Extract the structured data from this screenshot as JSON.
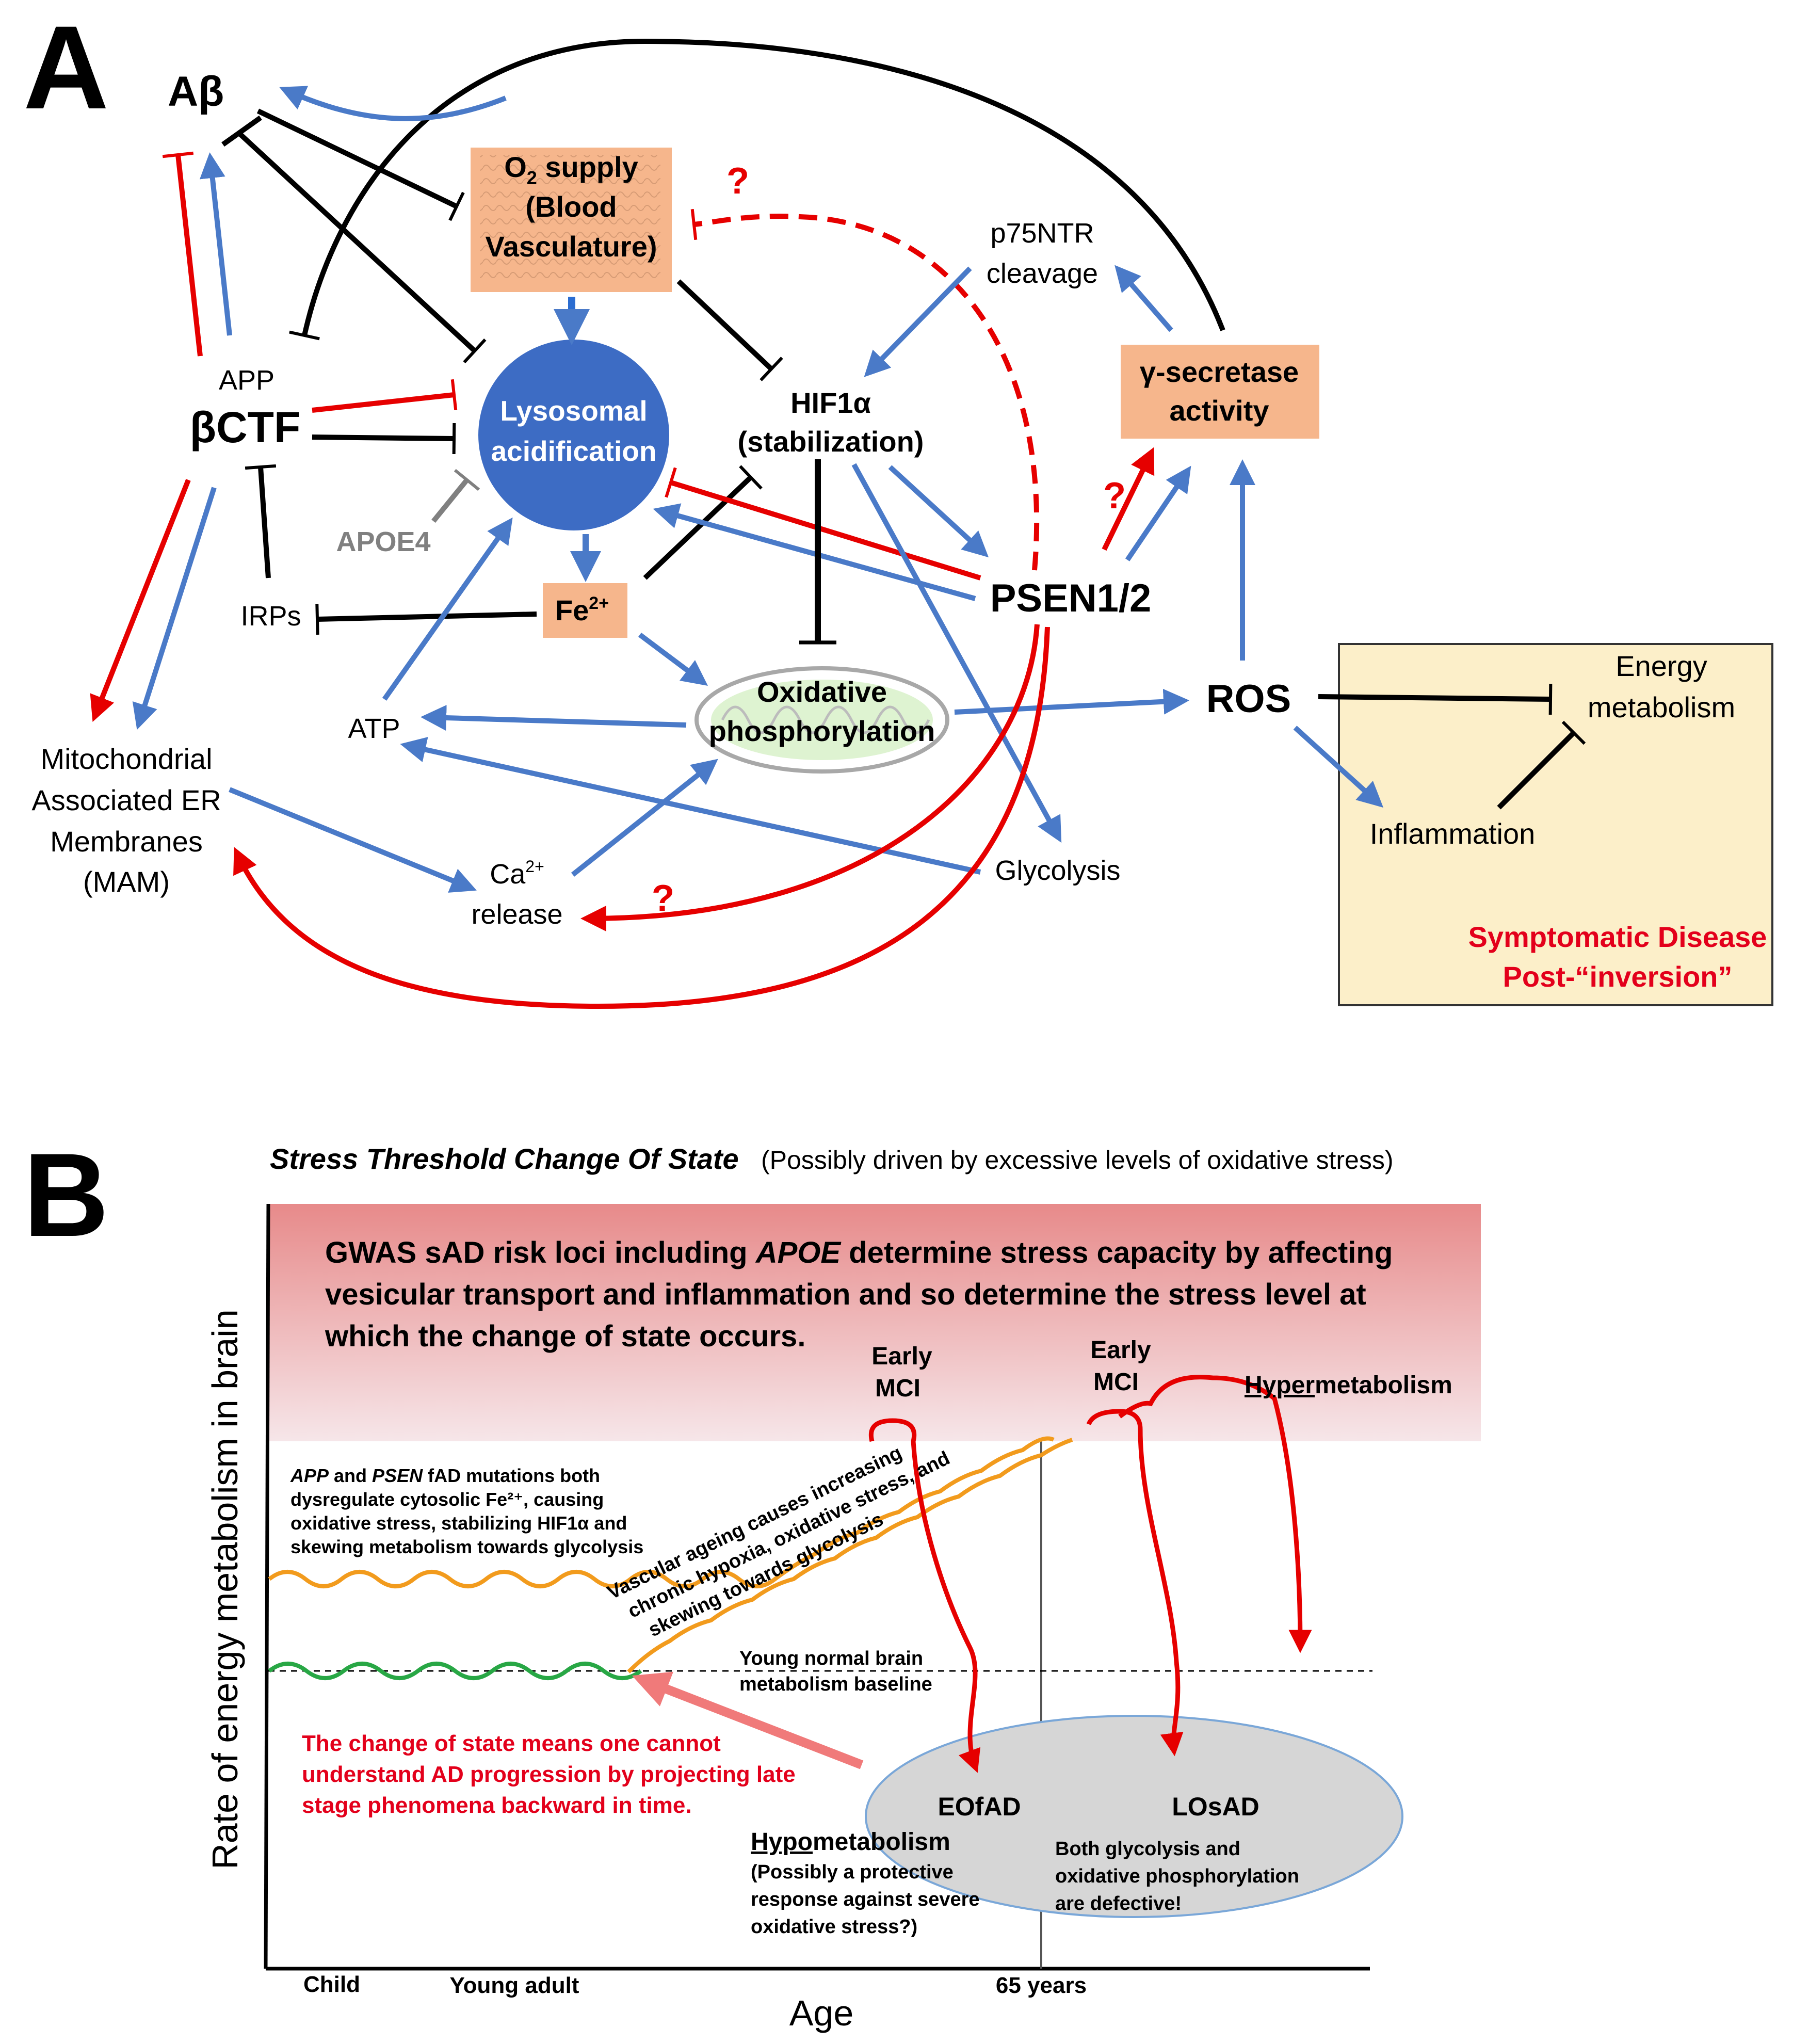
{
  "colors": {
    "blue": "#4a7ac8",
    "red": "#e60000",
    "black": "#000000",
    "orange_box": "#f6b68c",
    "lyso": "#3d6cc4",
    "panel_box": "#fcefc9",
    "wave_orange": "#f29b1d",
    "wave_green": "#28a745",
    "label_red": "#e3001b",
    "pink_arrow": "#f07a7a"
  },
  "panel_a": {
    "letter": "A",
    "abeta": "Aβ",
    "o2_line1": "O",
    "o2_sub": "2",
    "o2_line1b": " supply",
    "o2_line2": "(Blood",
    "o2_line3": "Vasculature)",
    "lyso_line1": "Lysosomal",
    "lyso_line2": "acidification",
    "hif_line1": "HIF1α",
    "hif_line2": "(stabilization)",
    "p75_line1": "p75NTR",
    "p75_line2": "cleavage",
    "gamma_line1": "γ-secretase",
    "gamma_line2": "activity",
    "app": "APP",
    "bctf": "βCTF",
    "apoe4": "APOE4",
    "irps": "IRPs",
    "fe": "Fe",
    "fe_sup": "2+",
    "psen": "PSEN1/2",
    "ros": "ROS",
    "oxphos_line1": "Oxidative",
    "oxphos_line2": "phosphorylation",
    "atp": "ATP",
    "mam_line1": "Mitochondrial",
    "mam_line2": "Associated ER",
    "mam_line3": "Membranes",
    "mam_line4": "(MAM)",
    "ca": "Ca",
    "ca_sup": "2+",
    "release": "release",
    "glycolysis": "Glycolysis",
    "energy_line1": "Energy",
    "energy_line2": "metabolism",
    "inflammation": "Inflammation",
    "symptomatic_line1": "Symptomatic Disease",
    "symptomatic_line2": "Post-“inversion”",
    "question": "?"
  },
  "panel_b": {
    "letter": "B",
    "stress_title": "Stress Threshold Change Of State",
    "stress_sub": "(Possibly driven by excessive levels of oxidative stress)",
    "gwas_line1_a": "GWAS sAD risk loci including ",
    "gwas_line1_b": "APOE",
    "gwas_line1_c": " determine stress capacity by affecting",
    "gwas_line2": "vesicular transport and inflammation and so determine the stress level at",
    "gwas_line3": "which the change of state occurs.",
    "early_mci_1a": "Early",
    "early_mci_1b": "MCI",
    "early_mci_2a": "Early",
    "early_mci_2b": "MCI",
    "hyper_a": "Hyper",
    "hyper_b": "metabolism",
    "fad_line1_a": "APP",
    "fad_line1_b": " and ",
    "fad_line1_c": "PSEN",
    "fad_line1_d": " fAD mutations both",
    "fad_line2": "dysregulate cytosolic Fe²⁺, causing",
    "fad_line3": "oxidative stress, stabilizing HIF1α and",
    "fad_line4": "skewing metabolism towards glycolysis",
    "vasc_line1": "Vascular ageing causes increasing",
    "vasc_line2": "chronic hypoxia, oxidative stress, and",
    "vasc_line3": "skewing towards glycolysis",
    "baseline_line1": "Young normal brain",
    "baseline_line2": "metabolism baseline",
    "change_line1": "The change of state means one cannot",
    "change_line2": "understand AD progression by projecting late",
    "change_line3": "stage phenomena backward in time.",
    "eofad": "EOfAD",
    "losad": "LOsAD",
    "hypo_a": "Hypo",
    "hypo_b": "metabolism",
    "hypo_sub1": "(Possibly a protective",
    "hypo_sub2": "response against severe",
    "hypo_sub3": "oxidative stress?)",
    "both_line1": "Both glycolysis and",
    "both_line2": "oxidative phosphorylation",
    "both_line3": "are defective!",
    "ylabel": "Rate of energy metabolism in brain",
    "xlabel": "Age",
    "x_child": "Child",
    "x_young": "Young adult",
    "x_65": "65 years"
  }
}
